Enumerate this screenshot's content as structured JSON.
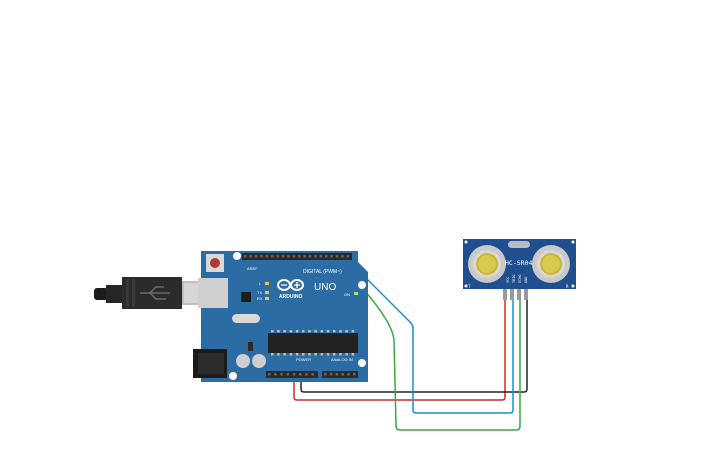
{
  "board": {
    "name": "Arduino Uno",
    "logo_text": "ARDUINO",
    "model_text": "UNO",
    "digital_header_label": "DIGITAL (PWM~)",
    "power_header_label": "POWER",
    "analog_header_label": "ANALOG IN",
    "on_label": "ON",
    "tx_label": "TX",
    "rx_label": "RX",
    "l_label": "L",
    "aref_label": "AREF",
    "colors": {
      "pcb": "#2b6ca5",
      "pcb_dark": "#1f5283",
      "header": "#2a2a2a",
      "chip": "#222222"
    }
  },
  "sensor": {
    "name": "HC-SR04",
    "label": "HC-SR04",
    "trans_label": "T",
    "recv_label": "R",
    "pin_labels": [
      "VCC",
      "TRIG",
      "ECHO",
      "GND"
    ],
    "colors": {
      "pcb": "#1f4f8f",
      "transducer": "#c9c9c9",
      "inner": "#c8b53c"
    }
  },
  "wires": [
    {
      "name": "vcc-wire",
      "color": "#d02929"
    },
    {
      "name": "gnd-wire",
      "color": "#222222"
    },
    {
      "name": "trig-wire",
      "color": "#1a8fc9"
    },
    {
      "name": "echo-wire",
      "color": "#37a845"
    }
  ],
  "usb": {
    "name": "usb-cable"
  }
}
